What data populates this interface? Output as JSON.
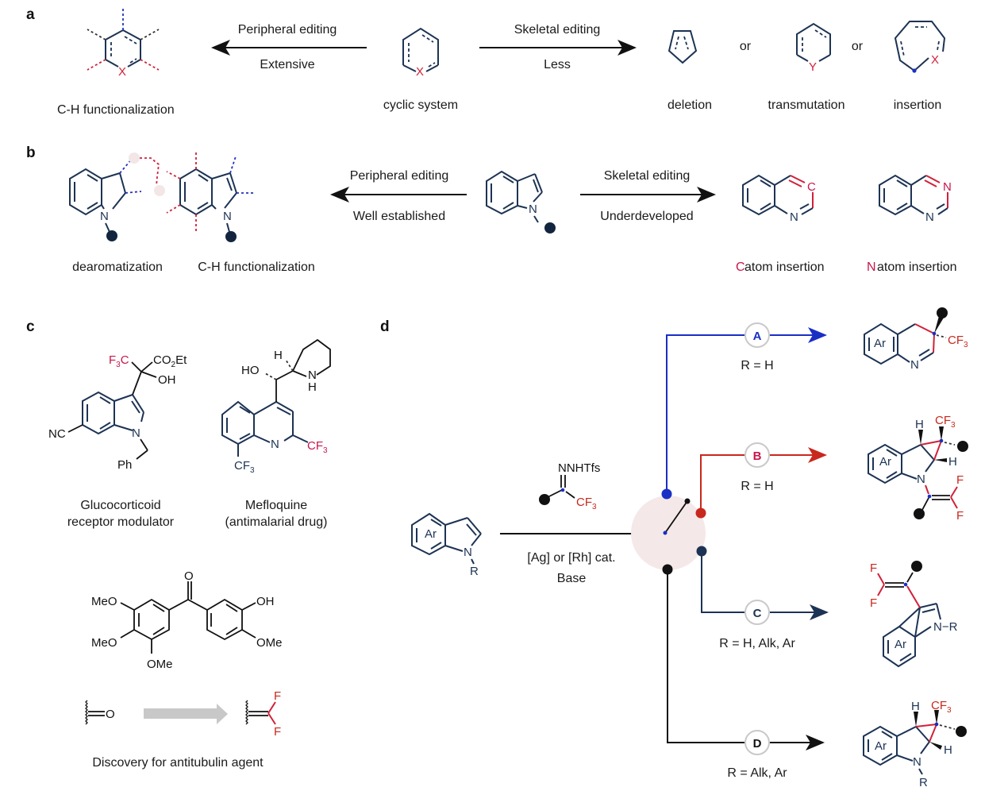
{
  "colors": {
    "navy": "#1c3354",
    "blue": "#1a2fc4",
    "red": "#c8281e",
    "magenta": "#c8164b",
    "pink_bg": "#f5e8e8",
    "gray_arrow": "#c8c8c8"
  },
  "panel_a": {
    "label": "a",
    "left_arrow_top": "Peripheral editing",
    "left_arrow_bottom": "Extensive",
    "right_arrow_top": "Skeletal editing",
    "right_arrow_bottom": "Less",
    "ch_caption": "C-H functionalization",
    "center_caption": "cyclic system",
    "hetero_x": "X",
    "hetero_y": "Y",
    "or1": "or",
    "or2": "or",
    "deletion": "deletion",
    "transmutation": "transmutation",
    "insertion": "insertion"
  },
  "panel_b": {
    "label": "b",
    "left_arrow_top": "Peripheral editing",
    "left_arrow_bottom": "Well established",
    "right_arrow_top": "Skeletal editing",
    "right_arrow_bottom": "Underdeveloped",
    "dearom_caption": "dearomatization",
    "ch_caption": "C-H functionalization",
    "c_insert_prefix": "C",
    "c_insert_rest": " atom insertion",
    "n_insert_prefix": "N",
    "n_insert_rest": " atom insertion",
    "atom_N": "N",
    "atom_C": "C"
  },
  "panel_c": {
    "label": "c",
    "gr_caption_1": "Glucocorticoid",
    "gr_caption_2": "receptor modulator",
    "mef_caption_1": "Mefloquine",
    "mef_caption_2": "(antimalarial drug)",
    "gr_atoms": {
      "f3c": "F3C",
      "co2et": "CO2Et",
      "oh": "OH",
      "nc": "NC",
      "n": "N",
      "ph": "Ph"
    },
    "mef_atoms": {
      "h": "H",
      "ho": "HO",
      "nh_n": "N",
      "nh_h": "H",
      "n": "N",
      "cf3": "CF3"
    },
    "tubulin_atoms": {
      "o": "O",
      "meo1": "MeO",
      "meo2": "MeO",
      "ome1": "OMe",
      "oh": "OH",
      "ome2": "OMe"
    },
    "bioisostere_o": "O",
    "bioisostere_f": "F",
    "tubulin_caption": "Discovery for antitubulin agent"
  },
  "panel_d": {
    "label": "d",
    "reagent_top": "NNHTfs",
    "reagent_cf3": "CF3",
    "substrate_ar": "Ar",
    "substrate_n": "N",
    "substrate_r": "R",
    "conditions_1": "[Ag] or [Rh] cat.",
    "conditions_2": "Base",
    "pathways": [
      {
        "id": "A",
        "condition": "R = H",
        "color": "#1a2fc4"
      },
      {
        "id": "B",
        "condition": "R = H",
        "color": "#c8281e"
      },
      {
        "id": "C",
        "condition": "R = H, Alk, Ar",
        "color": "#1c3354"
      },
      {
        "id": "D",
        "condition": "R = Alk, Ar",
        "color": "#111111"
      }
    ],
    "product_atoms": {
      "ar": "Ar",
      "n": "N",
      "cf3": "CF3",
      "h": "H",
      "f": "F",
      "r": "R",
      "n_r": "N−R"
    }
  }
}
